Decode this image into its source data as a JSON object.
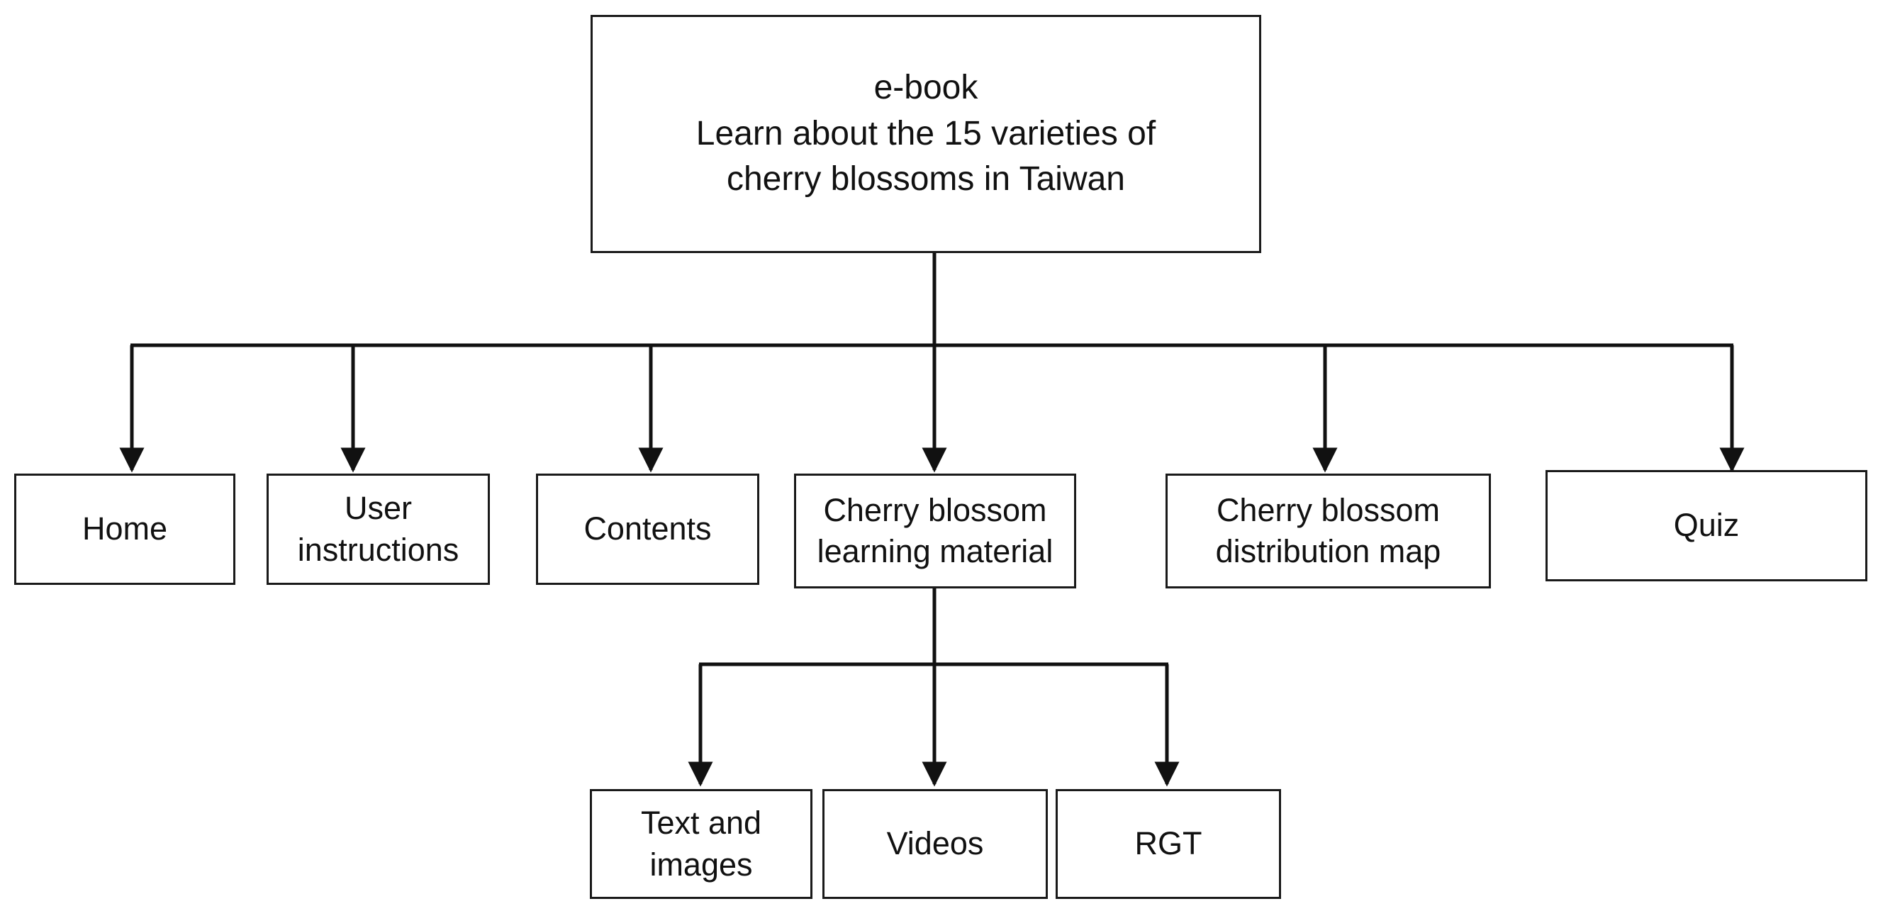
{
  "root": {
    "lines": "e-book\nLearn about the 15 varieties of\ncherry blossoms in Taiwan"
  },
  "sections": [
    {
      "id": "home",
      "label": "Home"
    },
    {
      "id": "user-instructions",
      "label": "User\ninstructions"
    },
    {
      "id": "contents",
      "label": "Contents"
    },
    {
      "id": "learning-material",
      "label": "Cherry blossom\nlearning material"
    },
    {
      "id": "distribution-map",
      "label": "Cherry blossom\ndistribution map"
    },
    {
      "id": "quiz",
      "label": "Quiz"
    }
  ],
  "learning_material_children": [
    {
      "id": "text-and-images",
      "label": "Text and\nimages"
    },
    {
      "id": "videos",
      "label": "Videos"
    },
    {
      "id": "rgt",
      "label": "RGT"
    }
  ],
  "colors": {
    "line": "#111111",
    "border": "#1a1a1a",
    "background": "#ffffff"
  }
}
